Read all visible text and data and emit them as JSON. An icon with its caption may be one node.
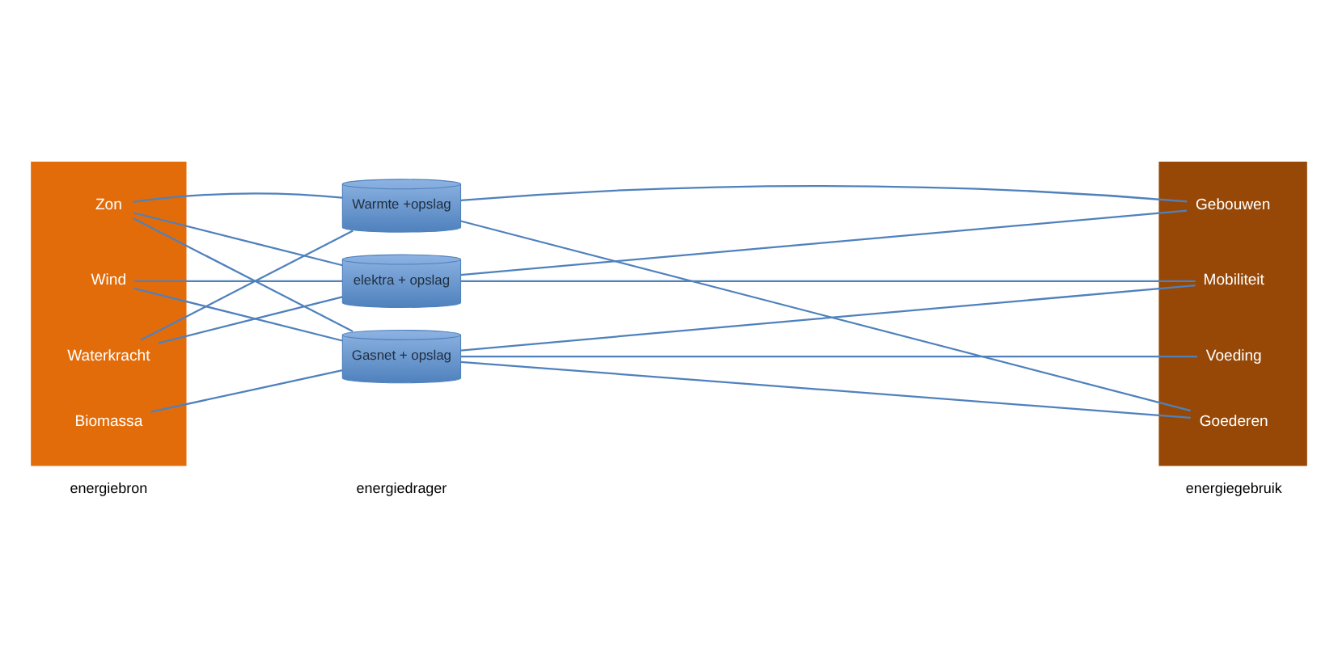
{
  "diagram": {
    "nodes": [
      {
        "text": [],
        "shape": "box"
      },
      {
        "text": [
          "Zon"
        ],
        "in": 0
      },
      {
        "text": [
          "Wind"
        ],
        "in": 0
      },
      {
        "text": [
          "Waterkracht"
        ],
        "in": 0
      },
      {
        "text": [
          "Biomassa"
        ],
        "in": 0
      },
      {
        "text": [
          "Warmte +opslag"
        ]
      },
      {
        "text": [
          "elektra + opslag"
        ]
      },
      {
        "text": [
          "Gasnet + opslag"
        ]
      },
      {
        "text": [],
        "shape": "box"
      },
      {
        "text": [
          "Gebouwen"
        ],
        "in": 8
      },
      {
        "text": [
          "Mobiliteit"
        ],
        "in": 8
      },
      {
        "text": [
          "Voeding"
        ],
        "in": 8
      },
      {
        "text": [
          "Goederen"
        ],
        "in": 8
      }
    ],
    "edges": [
      {
        "from": 1,
        "to": 5,
        "arrow": "none"
      },
      {
        "from": 1,
        "to": 6,
        "arrow": "none"
      },
      {
        "from": 1,
        "to": 7,
        "arrow": "none"
      },
      {
        "from": 2,
        "to": 6,
        "arrow": "none"
      },
      {
        "from": 2,
        "to": 7,
        "arrow": "none"
      },
      {
        "from": 3,
        "to": 5,
        "arrow": "none"
      },
      {
        "from": 3,
        "to": 6,
        "arrow": "none"
      },
      {
        "from": 4,
        "to": 7,
        "arrow": "none"
      },
      {
        "from": 5,
        "to": 9,
        "arrow": "none"
      },
      {
        "from": 5,
        "to": 12,
        "arrow": "none"
      },
      {
        "from": 6,
        "to": 9,
        "arrow": "none"
      },
      {
        "from": 6,
        "to": 10,
        "arrow": "none"
      },
      {
        "from": 7,
        "to": 10,
        "arrow": "none"
      },
      {
        "from": 7,
        "to": 11,
        "arrow": "none"
      },
      {
        "from": 7,
        "to": 12,
        "arrow": "none"
      }
    ],
    "labels": [
      "energiebron",
      "energiedrager",
      "energiegebruik"
    ]
  }
}
